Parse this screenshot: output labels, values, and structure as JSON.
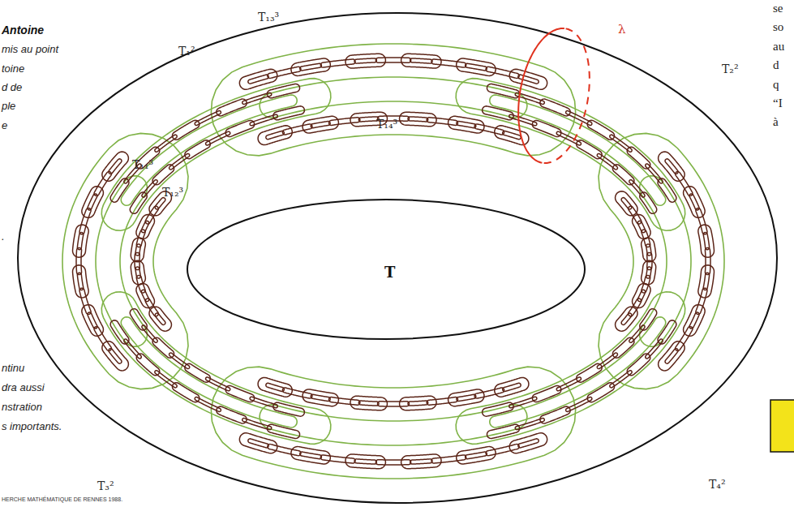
{
  "diagram": {
    "labels": [
      "Antoine",
      "mis au point",
      "toine",
      "d de",
      "ple",
      "e",
      ".",
      "ntinu",
      "dra aussi",
      "nstration",
      "s importants.",
      "HERCHE MATHÉMATIQUE DE RENNES 1988.",
      "se",
      "so",
      "au",
      "d",
      "q",
      "“I",
      "à",
      "T₁²",
      "T₁₃³",
      "T₁₄³",
      "T₁₁³",
      "T₁₂³",
      "T₂²",
      "λ",
      "T",
      "T₃²",
      "T₄²"
    ]
  }
}
